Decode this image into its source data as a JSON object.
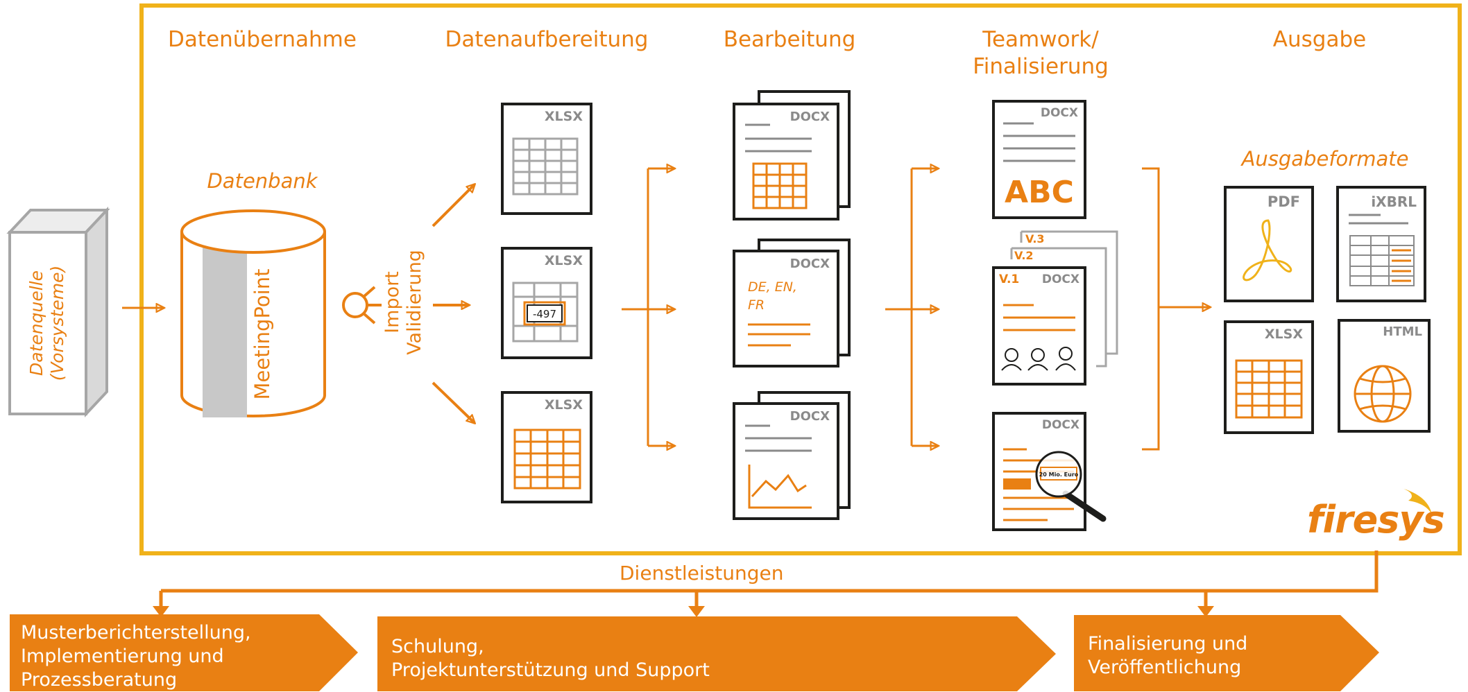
{
  "stages": [
    {
      "title": "Datenübernahme"
    },
    {
      "title": "Datenaufbereitung"
    },
    {
      "title": "Bearbeitung"
    },
    {
      "title": "Teamwork/\nFinalisierung"
    },
    {
      "title": "Ausgabe"
    }
  ],
  "source": {
    "line1": "Datenquelle",
    "line2": "(Vorsysteme)"
  },
  "database": {
    "caption": "Datenbank",
    "name": "MeetingPoint"
  },
  "import": {
    "line1": "Import",
    "line2": "Validierung"
  },
  "doc_labels": {
    "xlsx": "XLSX",
    "docx": "DOCX",
    "pdf": "PDF",
    "ixbrl": "iXBRL",
    "html": "HTML",
    "cell_value": "-497",
    "languages_line1": "DE, EN,",
    "languages_line2": "FR",
    "abc": "ABC",
    "v1": "V.1",
    "v2": "V.2",
    "v3": "V.3",
    "magnifier_text": "20 Mio. Euro"
  },
  "ausgabe_caption": "Ausgabeformate",
  "brand": "firesys",
  "services_label": "Dienstleistungen",
  "services": [
    {
      "lines": [
        "Musterberichterstellung,",
        "Implementierung und",
        "Prozessberatung"
      ]
    },
    {
      "lines": [
        "Schulung,",
        "Projektunterstützung und Support"
      ]
    },
    {
      "lines": [
        "Finalisierung und",
        "Veröffentlichung"
      ]
    }
  ],
  "colors": {
    "accent": "#e98013",
    "frame": "#f0b21a",
    "ink": "#1d1d1b",
    "grey": "#a6a6a6"
  }
}
